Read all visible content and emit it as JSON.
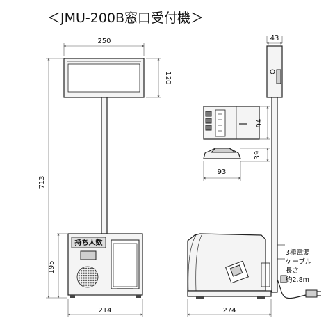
{
  "title": "＜JMU-200B窓口受付機＞",
  "front_view": {
    "display_width": "250",
    "display_height": "120",
    "total_height": "713",
    "base_height": "195",
    "base_width": "214",
    "base_sign": "持ち人数"
  },
  "side_view": {
    "display_depth": "43",
    "keypad_height": "94",
    "foot_pedal_height": "39",
    "foot_pedal_width": "93",
    "base_depth": "274",
    "cable_note_lines": [
      "3極電源",
      "ケーブル",
      "長さ",
      "約2.8m"
    ]
  }
}
